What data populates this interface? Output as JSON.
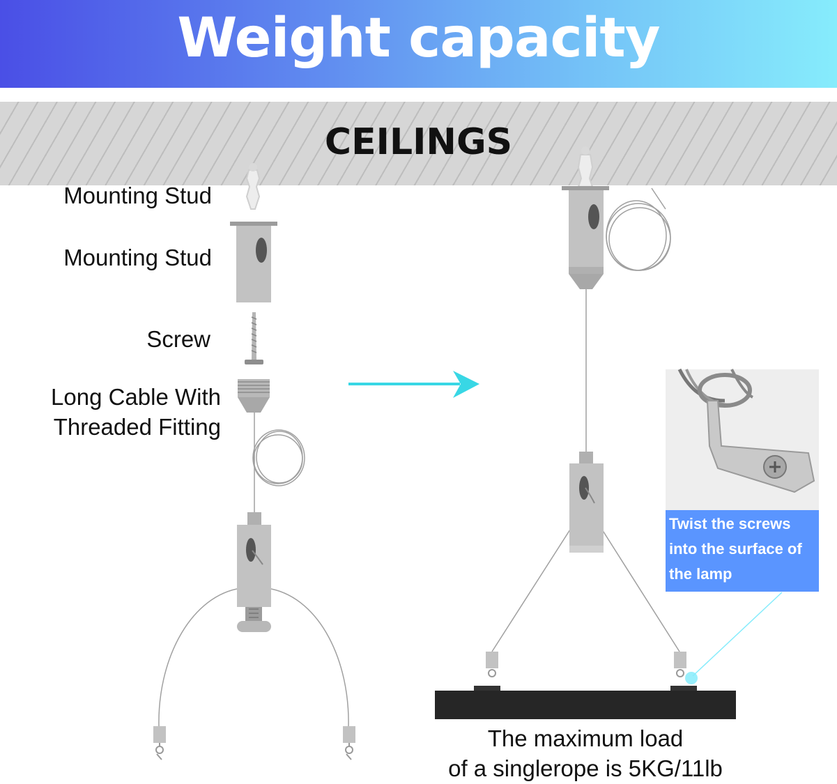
{
  "header": {
    "title": "Weight capacity"
  },
  "ceiling": {
    "label": "CEILINGS"
  },
  "parts": {
    "mounting_stud_1": "Mounting Stud",
    "mounting_stud_2": "Mounting Stud",
    "screw": "Screw",
    "cable_line1": "Long Cable With",
    "cable_line2": "Threaded Fitting"
  },
  "inset": {
    "caption": "Twist the screws into the surface of the lamp"
  },
  "load": {
    "line1": "The maximum load",
    "line2": "of a singlerope is 5KG/11lb"
  },
  "colors": {
    "accent_arrow": "#38d7e5",
    "caption_bg": "#5a95ff",
    "metal": "#c2c2c2",
    "lamp": "#262626"
  }
}
